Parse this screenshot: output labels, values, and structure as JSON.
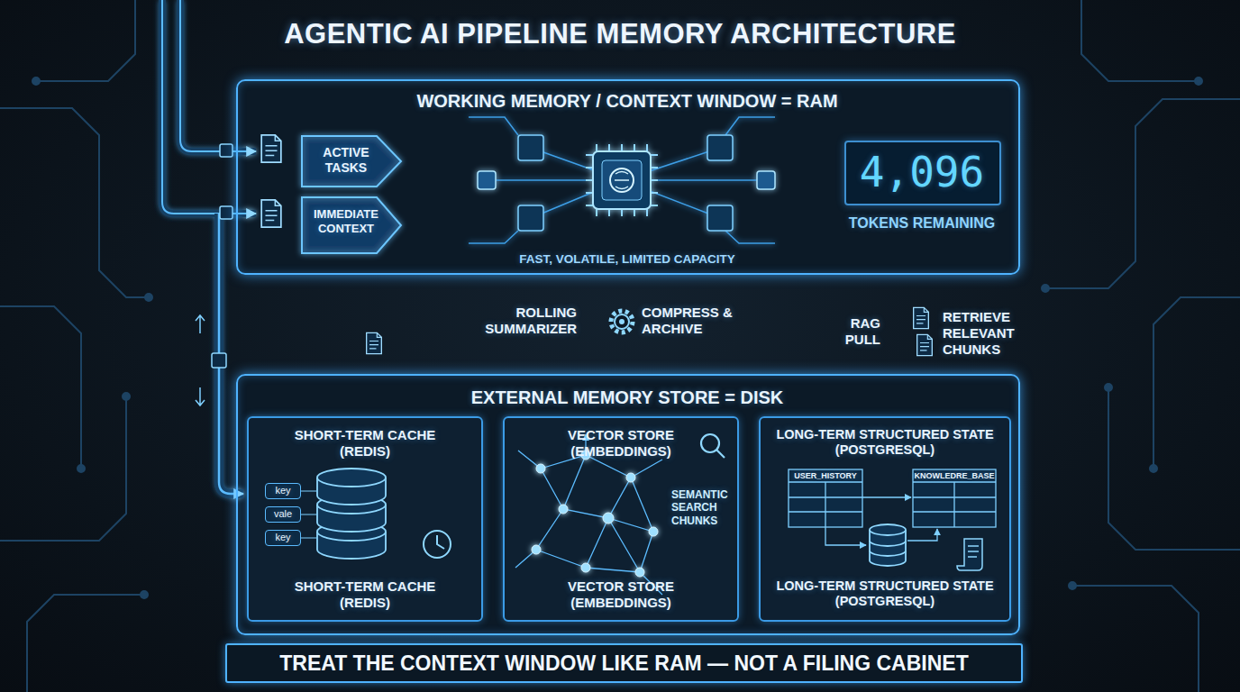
{
  "diagram": {
    "title": "AGENTIC AI PIPELINE MEMORY ARCHITECTURE",
    "caption": "TREAT THE CONTEXT WINDOW LIKE RAM — NOT A FILING CABINET",
    "nodes": [
      {
        "text": [
          "WORKING MEMORY / CONTEXT WINDOW = RAM",
          "FAST, VOLATILE, LIMITED CAPACITY"
        ]
      },
      {
        "text": [
          "ACTIVE TASKS"
        ],
        "in": 0
      },
      {
        "text": [
          "IMMEDIATE CONTEXT"
        ],
        "in": 0
      },
      {
        "text": [
          "4,096",
          "TOKENS REMAINING"
        ],
        "in": 0
      },
      {
        "text": [
          "EXTERNAL MEMORY STORE = DISK"
        ]
      },
      {
        "text": [
          "SHORT-TERM CACHE (REDIS)",
          "SHORT-TERM CACHE (REDIS)"
        ],
        "in": 4
      },
      {
        "text": [
          "VECTOR STORE (EMBEDDINGS)",
          "SEMANTIC SEARCH CHUNKS",
          "VECTOR STORE (EMBEDDINGS)"
        ],
        "in": 4
      },
      {
        "text": [
          "LONG-TERM STRUCTURED STATE (POSTGRESQL)",
          "LONG-TERM STRUCTURED STATE (POSTGRESQL)"
        ],
        "in": 4
      }
    ],
    "edges": [
      {
        "from": 0,
        "to": 4,
        "arrow": "to",
        "label": "ROLLING SUMMARIZER"
      },
      {
        "from": 4,
        "to": 0,
        "arrow": "to",
        "label": "RAG PULL"
      },
      {
        "from": 5,
        "to": 0,
        "arrow": "to"
      },
      {
        "from": 5,
        "to": 6,
        "arrow": "to"
      },
      {
        "from": 6,
        "to": 7,
        "arrow": "to"
      }
    ],
    "labels": [
      "COMPRESS & ARCHIVE",
      "RETRIEVE RELEVANT CHUNKS",
      "key",
      "vale",
      "key",
      "USER_HISTORY",
      "KNOWLEDRE_BASE"
    ]
  }
}
